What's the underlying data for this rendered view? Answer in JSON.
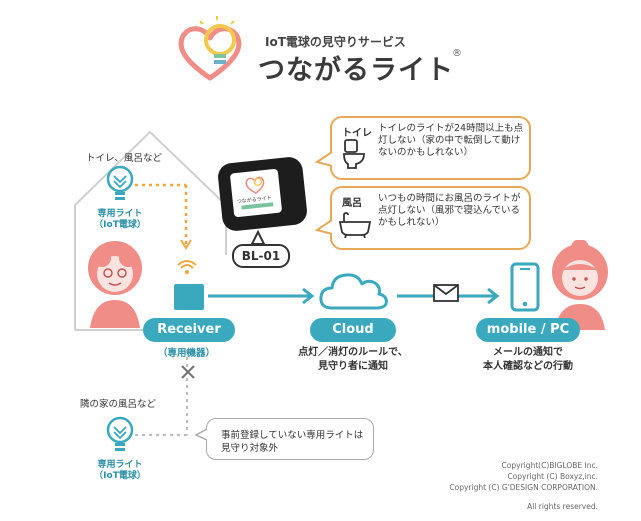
{
  "header": {
    "subtitle": "IoT電球の見守りサービス",
    "title": "つながるライト",
    "registered": "®"
  },
  "house": {
    "location_label": "トイレ、風呂など",
    "light_caption_line1": "専用ライト",
    "light_caption_line2": "（IoT電球）"
  },
  "device": {
    "name": "BL-01",
    "screen_brand": "つながるライト"
  },
  "flow": {
    "receiver_label": "Receiver",
    "receiver_sub": "（専用機器）",
    "cloud_label": "Cloud",
    "cloud_desc_line1": "点灯／消灯のルールで、",
    "cloud_desc_line2": "見守り者に通知",
    "mobile_label": "mobile / PC",
    "mobile_desc_line1": "メールの通知で",
    "mobile_desc_line2": "本人確認などの行動"
  },
  "bubbles": [
    {
      "label": "トイレ",
      "text": "トイレのライトが24時間以上も点灯しない（家の中で転倒して動けないのかもしれない）"
    },
    {
      "label": "風呂",
      "text": "いつもの時間にお風呂のライトが点灯しない（風邪で寝込んでいるかもしれない）"
    }
  ],
  "neighbor": {
    "location_label": "隣の家の風呂など",
    "light_caption_line1": "専用ライト",
    "light_caption_line2": "（IoT電球）",
    "note_line1": "事前登録していない専用ライトは",
    "note_line2": "見守り対象外"
  },
  "copyright": {
    "line1": "Copyright(C)BIGLOBE Inc.",
    "line2": "Copyright (C) Boxyz,inc.",
    "line3": "Copyright (C) G'DESIGN CORPORATION.",
    "line4": "All rights reserved."
  },
  "colors": {
    "teal": "#3aa9bd",
    "orange": "#e8a85a",
    "dotted": "#f0a640",
    "pink": "#f08d86",
    "gray_line": "#cfcfcf"
  },
  "icons": [
    "heart-bulb-logo-icon",
    "bulb-icon",
    "speaker-waves-icon",
    "receiver-box-icon",
    "cloud-icon",
    "envelope-icon",
    "smartphone-icon",
    "toilet-icon",
    "bathtub-icon",
    "cross-icon",
    "elderly-woman-icon",
    "younger-woman-icon"
  ]
}
